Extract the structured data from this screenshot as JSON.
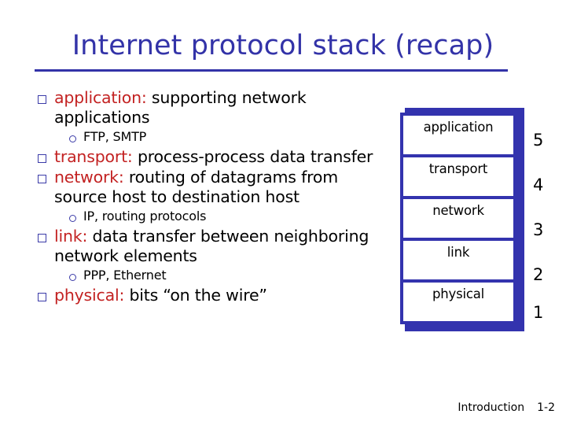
{
  "slide": {
    "title": "Internet protocol stack (recap)"
  },
  "bullets": [
    {
      "level": 1,
      "marker": "square-bullet",
      "keyword": "application:",
      "text": " supporting network applications"
    },
    {
      "level": 2,
      "marker": "circle-bullet",
      "keyword": "",
      "text": "FTP, SMTP"
    },
    {
      "level": 1,
      "marker": "square-bullet",
      "keyword": "transport:",
      "text": " process-process data transfer"
    },
    {
      "level": 1,
      "marker": "square-bullet",
      "keyword": "network:",
      "text": " routing of datagrams from source host to destination host"
    },
    {
      "level": 2,
      "marker": "circle-bullet",
      "keyword": "",
      "text": "IP, routing protocols"
    },
    {
      "level": 1,
      "marker": "square-bullet",
      "keyword": "link:",
      "text": " data transfer between neighboring  network elements"
    },
    {
      "level": 2,
      "marker": "circle-bullet",
      "keyword": "",
      "text": "PPP, Ethernet"
    },
    {
      "level": 1,
      "marker": "square-bullet",
      "keyword": "physical:",
      "text": " bits “on the wire”"
    }
  ],
  "stack": {
    "layers": [
      {
        "label": "application",
        "number": "5"
      },
      {
        "label": "transport",
        "number": "4"
      },
      {
        "label": "network",
        "number": "3"
      },
      {
        "label": "link",
        "number": "2"
      },
      {
        "label": "physical",
        "number": "1"
      }
    ],
    "border_color": "#3333AE",
    "fill_color": "#ffffff"
  },
  "footer": {
    "chapter": "Introduction",
    "page": "1-2"
  },
  "colors": {
    "title": "#3333A8",
    "keyword": "#C32222",
    "bullet_marker": "#3B3BA8",
    "body_text": "#000000"
  }
}
